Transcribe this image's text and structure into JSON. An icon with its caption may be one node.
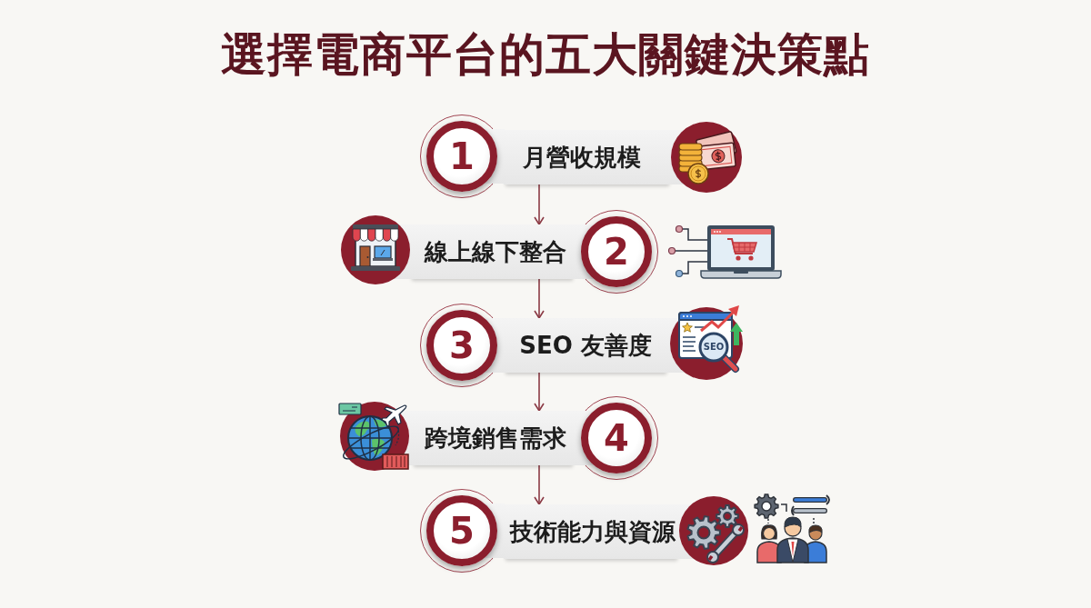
{
  "diagram": {
    "title": "選擇電商平台的五大關鍵決策點",
    "nodes": [
      {
        "text": [
          "1"
        ]
      },
      {
        "text": [
          "月營收規模"
        ]
      },
      {
        "text": [
          "線上線下整合"
        ]
      },
      {
        "text": [
          "2"
        ]
      },
      {
        "text": [
          "3"
        ]
      },
      {
        "text": [
          "SEO 友善度"
        ]
      },
      {
        "text": [
          "跨境銷售需求"
        ]
      },
      {
        "text": [
          "4"
        ]
      },
      {
        "text": [
          "5"
        ]
      },
      {
        "text": [
          "技術能力與資源"
        ]
      }
    ],
    "edges": [
      {
        "from": 1,
        "to": 2,
        "arrow": "to"
      },
      {
        "from": 2,
        "to": 5,
        "arrow": "to"
      },
      {
        "from": 5,
        "to": 6,
        "arrow": "to"
      },
      {
        "from": 6,
        "to": 9,
        "arrow": "to"
      }
    ],
    "labels": [
      "SEO"
    ]
  }
}
